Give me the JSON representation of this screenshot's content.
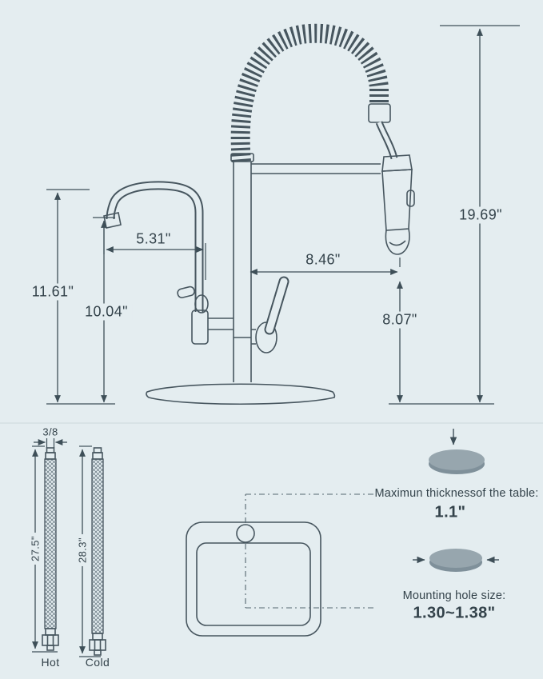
{
  "colors": {
    "background": "#e4edf0",
    "line": "#3e4f58",
    "text": "#33424a",
    "disk_gray_top": "#97a6ae",
    "disk_gray_bottom": "#7f909a"
  },
  "faucet_dimensions": {
    "total_height": "19.69\"",
    "left_spout_height": "11.61\"",
    "outlet_height": "10.04\"",
    "spout_reach": "5.31\"",
    "spray_reach": "8.46\"",
    "spray_clearance": "8.07\""
  },
  "hoses": {
    "thread_size": "3/8",
    "hot_length": "27.5\"",
    "cold_length": "28.3\"",
    "hot_label": "Hot",
    "cold_label": "Cold"
  },
  "notes": {
    "thickness_label": "Maximun thicknessof the table:",
    "thickness_value": "1.1\"",
    "hole_label": "Mounting hole size:",
    "hole_value": "1.30~1.38\""
  }
}
